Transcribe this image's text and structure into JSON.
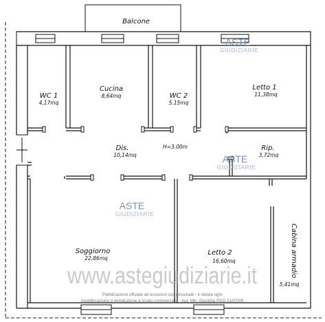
{
  "rooms": {
    "balcone": {
      "name": "Balcone"
    },
    "wc1": {
      "name": "WC 1",
      "area": "4,17mq"
    },
    "cucina": {
      "name": "Cucina",
      "area": "8,64mq"
    },
    "wc2": {
      "name": "WC 2",
      "area": "5.15mq"
    },
    "letto1": {
      "name": "Letto 1",
      "area": "11,38mq"
    },
    "dis": {
      "name": "Dis.",
      "area": "10,14mq"
    },
    "height": {
      "label": "H=3.00m"
    },
    "rip": {
      "name": "Rip.",
      "area": "3,72mq"
    },
    "soggiorno": {
      "name": "Soggiorno",
      "area": "22,86mq"
    },
    "letto2": {
      "name": "Letto 2",
      "area": "16,60mq"
    },
    "cabina": {
      "name": "Cabina armadio",
      "area": "5,41mq"
    }
  },
  "watermark": {
    "brand_main": "ASTE",
    "brand_sub": "GIUDIZIARIE",
    "url": "www.astegiudiziarie.it",
    "notice_line1": "Pubblicazione ufficiale ad esclusivo uso personale - è vietata ogni",
    "notice_line2": "ripubblicazione o riproduzione a scopo commerciale - Aut. Min. Giustizia PDG 21/07/09"
  },
  "colors": {
    "wall": "#111111",
    "watermark_blue": "#7b92c9",
    "watermark_gray": "#b9b9b9"
  }
}
